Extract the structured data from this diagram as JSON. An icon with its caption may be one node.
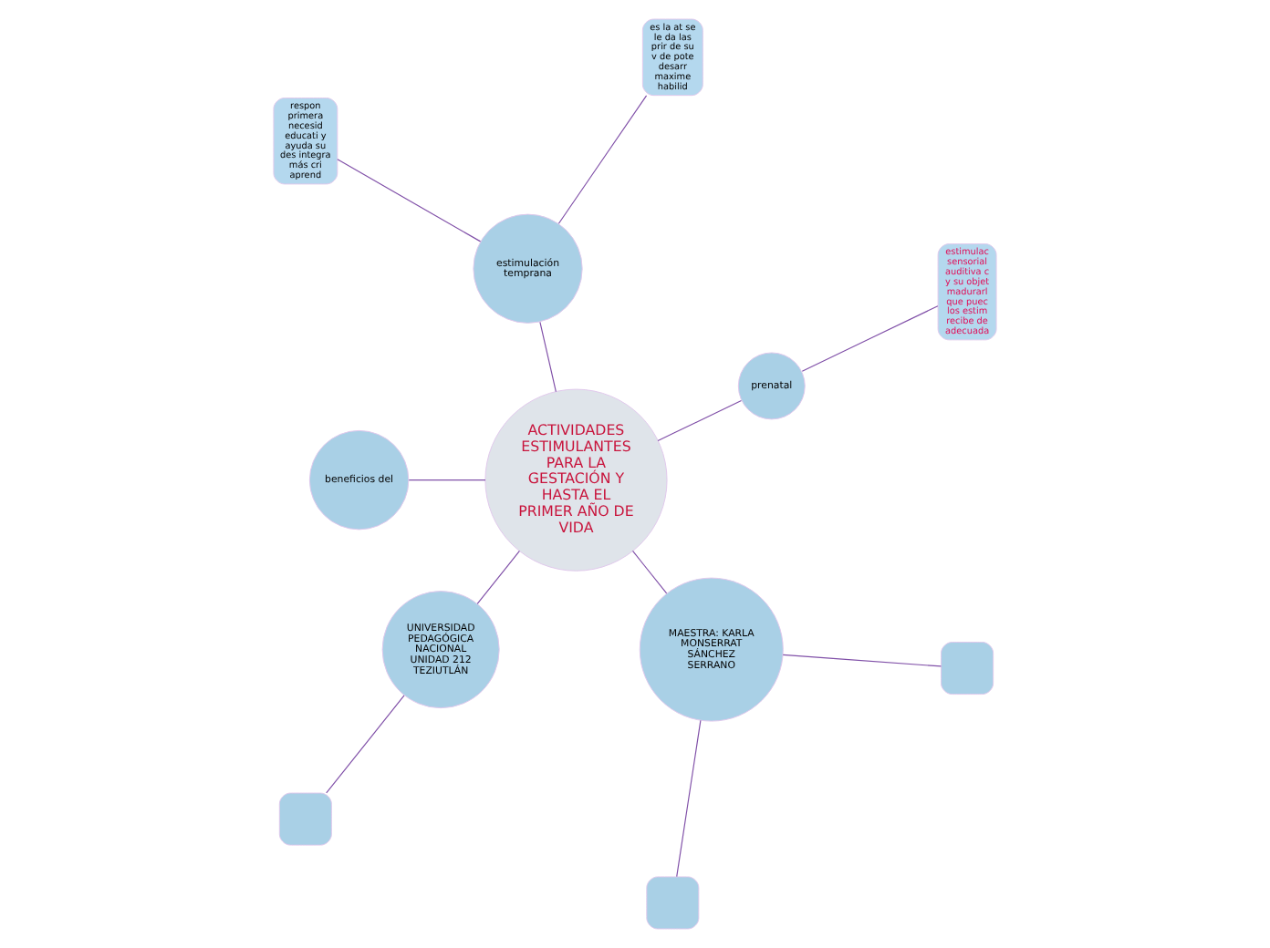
{
  "diagram": {
    "nodes": [
      {
        "text": [
          "ACTIVIDADES ESTIMULANTES PARA LA GESTACIÓN Y HASTA EL PRIMER AÑO DE VIDA"
        ]
      },
      {
        "text": [
          "prenatal"
        ]
      },
      {
        "text": [
          "estimulac sensorial auditiva c y su objet madurarl que puec los estim recibe de adecuada"
        ]
      },
      {
        "text": [
          "estimulación temprana"
        ]
      },
      {
        "text": [
          "es la at se le da las prir de su v de pote desarr maxime habilid"
        ]
      },
      {
        "text": [
          "respon primera necesid educati y ayuda su des integra más cri aprend"
        ]
      },
      {
        "text": [
          "beneficios del"
        ]
      },
      {
        "text": [
          "UNIVERSIDAD PEDAGÓGICA NACIONAL UNIDAD 212 TEZIUTLÁN"
        ]
      },
      {
        "text": [],
        "shape": "box"
      },
      {
        "text": [
          "MAESTRA: KARLA MONSERRAT SÁNCHEZ SERRANO"
        ]
      },
      {
        "text": [],
        "shape": "box"
      },
      {
        "text": [],
        "shape": "box"
      }
    ],
    "edges": [
      {
        "from": 0,
        "to": 1,
        "arrow": "none"
      },
      {
        "from": 1,
        "to": 2,
        "arrow": "none"
      },
      {
        "from": 0,
        "to": 3,
        "arrow": "none"
      },
      {
        "from": 3,
        "to": 4,
        "arrow": "none"
      },
      {
        "from": 3,
        "to": 5,
        "arrow": "none"
      },
      {
        "from": 0,
        "to": 6,
        "arrow": "none"
      },
      {
        "from": 0,
        "to": 7,
        "arrow": "none"
      },
      {
        "from": 7,
        "to": 8,
        "arrow": "none"
      },
      {
        "from": 0,
        "to": 9,
        "arrow": "none"
      },
      {
        "from": 9,
        "to": 10,
        "arrow": "none"
      },
      {
        "from": 9,
        "to": 11,
        "arrow": "none"
      }
    ]
  }
}
